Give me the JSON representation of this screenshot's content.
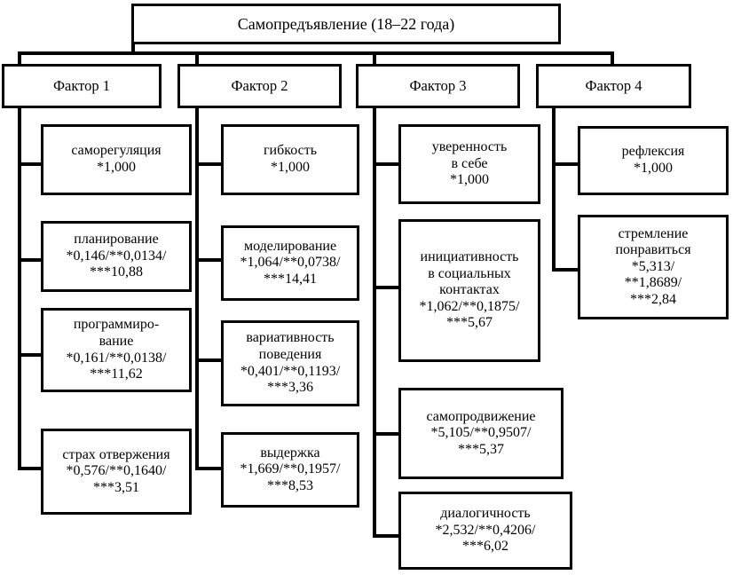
{
  "diagram": {
    "title": "Самопредъявление  (18–22 года)",
    "line_color": "#000000",
    "background_color": "#ffffff",
    "type": "hierarchy-tree",
    "factors": [
      {
        "label": "Фактор 1",
        "children": [
          {
            "text": "саморегуляция\n*1,000"
          },
          {
            "text": "планирование\n*0,146/**0,0134/\n***10,88"
          },
          {
            "text": "программиро-\nвание\n*0,161/**0,0138/\n***11,62"
          },
          {
            "text": "страх отвержения\n*0,576/**0,1640/\n***3,51"
          }
        ]
      },
      {
        "label": "Фактор 2",
        "children": [
          {
            "text": "гибкость\n*1,000"
          },
          {
            "text": "моделирование\n*1,064/**0,0738/\n***14,41"
          },
          {
            "text": "вариативность\nповедения\n*0,401/**0,1193/\n***3,36"
          },
          {
            "text": "выдержка\n*1,669/**0,1957/\n***8,53"
          }
        ]
      },
      {
        "label": "Фактор 3",
        "children": [
          {
            "text": "уверенность\nв себе\n*1,000"
          },
          {
            "text": "инициативность\nв социальных\nконтактах\n*1,062/**0,1875/\n***5,67"
          },
          {
            "text": "самопродвижение\n*5,105/**0,9507/\n***5,37"
          },
          {
            "text": "диалогичность\n*2,532/**0,4206/\n***6,02"
          }
        ]
      },
      {
        "label": "Фактор 4",
        "children": [
          {
            "text": "рефлексия\n*1,000"
          },
          {
            "text": "стремление\nпонравиться\n*5,313/\n**1,8689/\n***2,84"
          }
        ]
      }
    ]
  }
}
